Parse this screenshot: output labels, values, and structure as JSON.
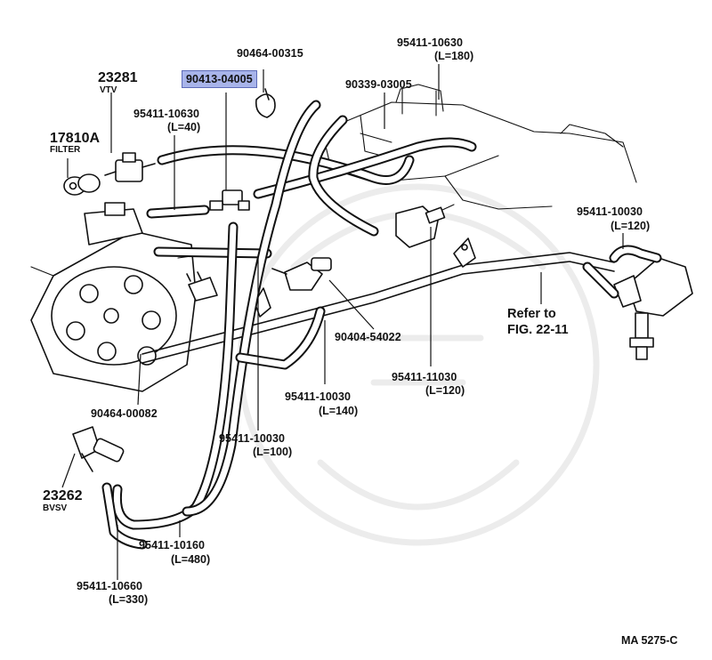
{
  "diagram": {
    "code": "MA  5275-C",
    "reference": {
      "line1": "Refer to",
      "line2": "FIG. 22-11"
    },
    "highlighted_part": "90413-04005",
    "parts": [
      {
        "id": "vtv",
        "number": "23281",
        "name": "VTV"
      },
      {
        "id": "filter",
        "number": "17810A",
        "name": "FILTER"
      },
      {
        "id": "bvsv",
        "number": "23262",
        "name": "BVSV"
      },
      {
        "id": "clamp-top",
        "number": "90464-00315"
      },
      {
        "id": "clamp-dist",
        "number": "90464-00082"
      },
      {
        "id": "plug",
        "number": "90339-03005"
      },
      {
        "id": "valve",
        "number": "90404-54022"
      },
      {
        "id": "hose-top-left",
        "number": "95411-10630",
        "length": "(L=40)"
      },
      {
        "id": "hose-top-right",
        "number": "95411-10630",
        "length": "(L=180)"
      },
      {
        "id": "hose-right",
        "number": "95411-10030",
        "length": "(L=120)"
      },
      {
        "id": "hose-mid",
        "number": "95411-11030",
        "length": "(L=120)"
      },
      {
        "id": "hose-center",
        "number": "95411-10030",
        "length": "(L=140)"
      },
      {
        "id": "hose-100",
        "number": "95411-10030",
        "length": "(L=100)"
      },
      {
        "id": "hose-long",
        "number": "95411-10160",
        "length": "(L=480)"
      },
      {
        "id": "hose-bottom",
        "number": "95411-10660",
        "length": "(L=330)"
      }
    ]
  }
}
